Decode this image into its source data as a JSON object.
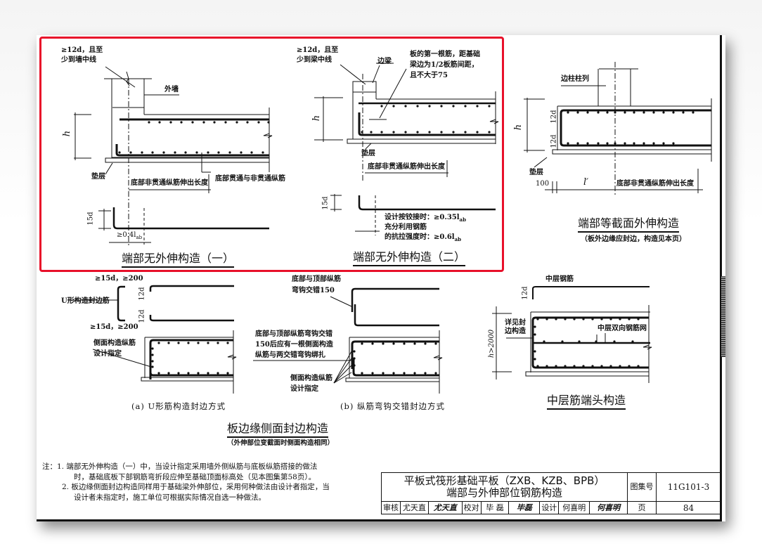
{
  "colors": {
    "highlight_border": "#e8102a",
    "ink": "#111111",
    "page": "#ffffff"
  },
  "fig1": {
    "title": "端部无外伸构造（一）",
    "anchor_note_line1": "≥12d，且至",
    "anchor_note_line2": "少到墙中线",
    "wall_label": "外墙",
    "h_label": "h",
    "cushion_label": "垫层",
    "dim_nonthrough": "底部非贯通纵筋伸出长度",
    "label_through": "底部贯通与非贯通纵筋",
    "hook_15d": "15d",
    "min_len": "≥0.4l",
    "min_len_sub": "ab"
  },
  "fig2": {
    "title": "端部无外伸构造（二）",
    "anchor_note_line1": "≥12d，且至",
    "anchor_note_line2": "少到梁中线",
    "beam_label": "边梁",
    "first_bar_note": [
      "板的第一根筋，距基础",
      "梁边为1/2板筋间距，",
      "且不大于75"
    ],
    "h_label": "h",
    "cushion_label": "垫层",
    "dim_nonthrough": "底部非贯通纵筋伸出长度",
    "hook_15d": "15d",
    "len_note": [
      "设计按铰接时：≥0.35l",
      "充分利用钢筋",
      "的抗拉强度时：≥0.6l"
    ],
    "len_sub": "ab"
  },
  "fig3": {
    "title": "端部等截面外伸构造",
    "subtitle": "（板外边缘应封边，构造见本页）",
    "column_label": "边柱柱列",
    "h_label": "h",
    "d12_top": "12d",
    "d12_bot": "12d",
    "cushion_label": "垫层",
    "dim_100": "100",
    "dim_l": "l′",
    "dim_nonthrough": "底部非贯通纵筋伸出长度"
  },
  "fig_a": {
    "caption": "(a) U形筋构造封边方式",
    "u_label": "U形构造封边筋",
    "top_len": "≥15d，≥200",
    "bot_len": "≥15d，≥200",
    "d12_top": "12d",
    "d12_bot": "12d",
    "side_bars_line1": "侧面构造纵筋",
    "side_bars_line2": "设计指定"
  },
  "fig_b": {
    "caption": "(b) 纵筋弯钩交错封边方式",
    "hook_note_line1": "底部与顶部纵筋",
    "hook_note_line2": "弯钩交错150",
    "tie_note": [
      "底部与顶部纵筋弯钩交错",
      "150后应有一根侧面构造",
      "纵筋与两交错弯钩绑扎"
    ],
    "side_bars_line1": "侧面构造纵筋",
    "side_bars_line2": "设计指定"
  },
  "fig_mid": {
    "title": "中层筋端头构造",
    "mid_bar_label": "中层钢筋",
    "d12": "12d",
    "detail_note": [
      "详见封",
      "边构造"
    ],
    "mesh_label": "中层双向钢筋网",
    "h_label": "h>2000"
  },
  "edge_section": {
    "title": "板边缘侧面封边构造",
    "subtitle": "（外伸部位变截面时侧面构造相同）"
  },
  "notes": {
    "prefix": "注：",
    "items": [
      "1. 端部无外伸构造（一）中，当设计指定采用墙外侧纵筋与底板纵筋搭接的做法",
      "时，基础底板下部钢筋弯折段应伸至基础顶面标高处（见本图集第58页）。",
      "2. 板边缘侧面封边构造同样用于基础梁外伸部位，采用何种做法由设计者指定，当",
      "设计者未指定时，施工单位可根据实际情况自选一种做法。"
    ]
  },
  "title_block": {
    "title_line1": "平板式筏形基础平板（ZXB、KZB、BPB）",
    "title_line2": "端部与外伸部位钢筋构造",
    "atlas_label": "图集号",
    "atlas_no": "11G101-3",
    "page_label": "页",
    "page_no": "84",
    "review_label": "审核",
    "review_name": "尤天直",
    "review_sig": "尤天直",
    "check_label": "校对",
    "check_name": "毕 磊",
    "check_sig": "毕磊",
    "design_label": "设计",
    "design_name": "何喜明",
    "design_sig": "何喜明"
  }
}
